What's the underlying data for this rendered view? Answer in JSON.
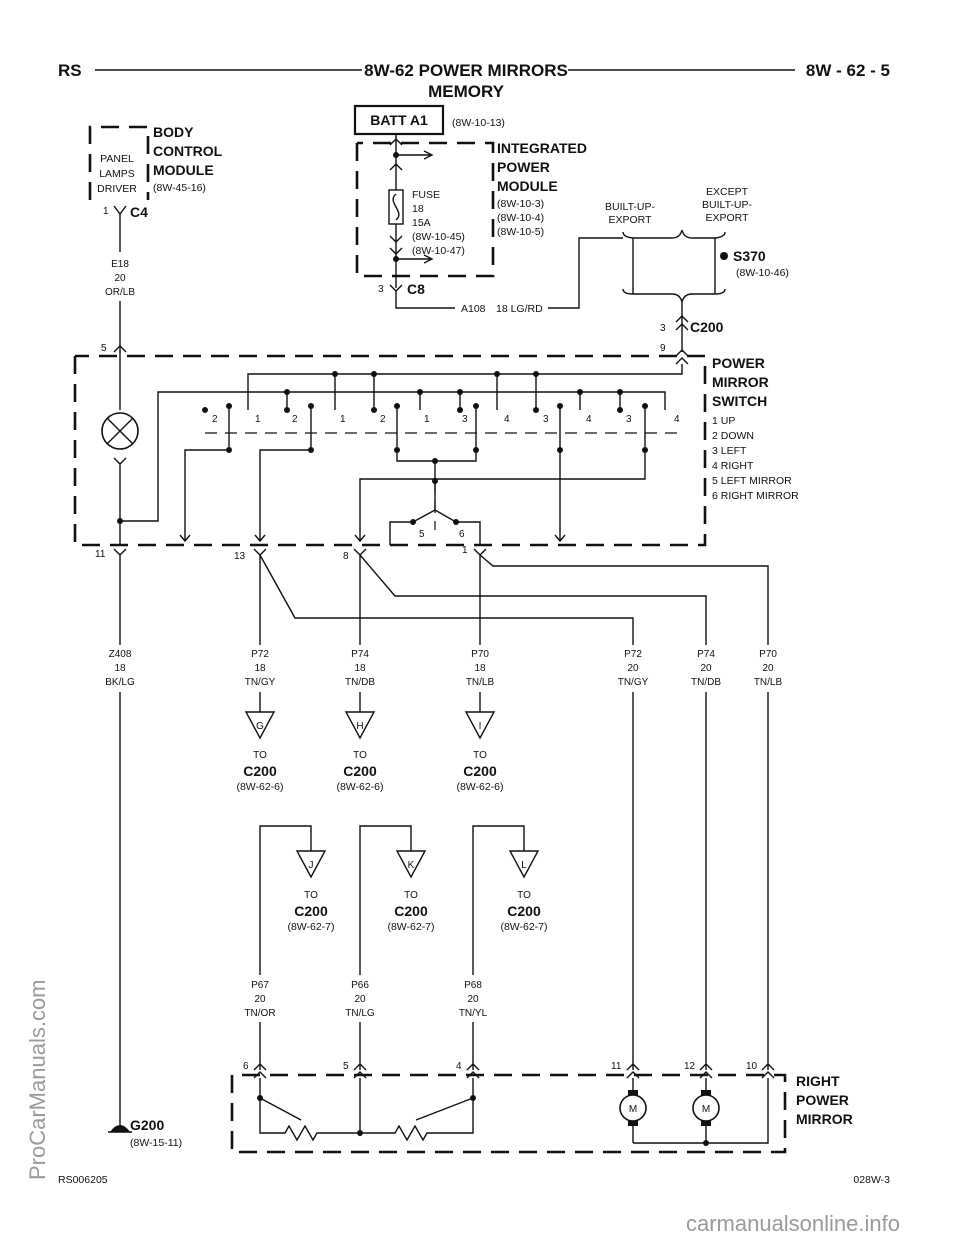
{
  "header": {
    "left": "RS",
    "center_line1": "8W-62 POWER MIRRORS",
    "center_line2": "MEMORY",
    "right": "8W - 62 - 5"
  },
  "bcm": {
    "box_line1": "PANEL",
    "box_line2": "LAMPS",
    "box_line3": "DRIVER",
    "title_line1": "BODY",
    "title_line2": "CONTROL",
    "title_line3": "MODULE",
    "ref": "(8W-45-16)",
    "pin": "1",
    "connector": "C4"
  },
  "batt": {
    "label": "BATT A1",
    "ref": "(8W-10-13)"
  },
  "ipm": {
    "title_line1": "INTEGRATED",
    "title_line2": "POWER",
    "title_line3": "MODULE",
    "ref1": "(8W-10-3)",
    "ref2": "(8W-10-4)",
    "ref3": "(8W-10-5)",
    "fuse_line1": "FUSE",
    "fuse_line2": "18",
    "fuse_line3": "15A",
    "fuse_ref1": "(8W-10-45)",
    "fuse_ref2": "(8W-10-47)",
    "pin": "3",
    "connector": "C8"
  },
  "wire_a108": {
    "circuit": "A108",
    "gauge_color": "18 LG/RD"
  },
  "wire_e18": {
    "circuit": "E18",
    "gauge": "20",
    "color": "OR/LB"
  },
  "built_up": {
    "export_line1": "BUILT-UP-",
    "export_line2": "EXPORT",
    "except_line1": "EXCEPT",
    "except_line2": "BUILT-UP-",
    "except_line3": "EXPORT",
    "splice": "S370",
    "splice_ref": "(8W-10-46)"
  },
  "c200_top": {
    "pin_upper": "3",
    "connector": "C200",
    "pin_lower": "9"
  },
  "switch": {
    "title_line1": "POWER",
    "title_line2": "MIRROR",
    "title_line3": "SWITCH",
    "legend": [
      "1 UP",
      "2 DOWN",
      "3 LEFT",
      "4 RIGHT",
      "5 LEFT MIRROR",
      "6 RIGHT MIRROR"
    ],
    "contact_numbers": [
      "2",
      "1",
      "2",
      "1",
      "2",
      "1",
      "3",
      "4",
      "3",
      "4",
      "3",
      "4"
    ],
    "selector_5": "5",
    "selector_6": "6",
    "pin_5": "5",
    "pin_11": "11",
    "pin_13": "13",
    "pin_8": "8",
    "pin_1": "1"
  },
  "wires": [
    {
      "circuit": "Z408",
      "gauge": "18",
      "color": "BK/LG"
    },
    {
      "circuit": "P72",
      "gauge": "18",
      "color": "TN/GY"
    },
    {
      "circuit": "P74",
      "gauge": "18",
      "color": "TN/DB"
    },
    {
      "circuit": "P70",
      "gauge": "18",
      "color": "TN/LB"
    },
    {
      "circuit": "P72",
      "gauge": "20",
      "color": "TN/GY"
    },
    {
      "circuit": "P74",
      "gauge": "20",
      "color": "TN/DB"
    },
    {
      "circuit": "P70",
      "gauge": "20",
      "color": "TN/LB"
    }
  ],
  "offpage_to": [
    {
      "letter": "G",
      "to": "TO",
      "connector": "C200",
      "ref": "(8W-62-6)"
    },
    {
      "letter": "H",
      "to": "TO",
      "connector": "C200",
      "ref": "(8W-62-6)"
    },
    {
      "letter": "I",
      "to": "TO",
      "connector": "C200",
      "ref": "(8W-62-6)"
    },
    {
      "letter": "J",
      "to": "TO",
      "connector": "C200",
      "ref": "(8W-62-7)"
    },
    {
      "letter": "K",
      "to": "TO",
      "connector": "C200",
      "ref": "(8W-62-7)"
    },
    {
      "letter": "L",
      "to": "TO",
      "connector": "C200",
      "ref": "(8W-62-7)"
    }
  ],
  "lower_wires": [
    {
      "circuit": "P67",
      "gauge": "20",
      "color": "TN/OR"
    },
    {
      "circuit": "P66",
      "gauge": "20",
      "color": "TN/LG"
    },
    {
      "circuit": "P68",
      "gauge": "20",
      "color": "TN/YL"
    }
  ],
  "mirror": {
    "title_line1": "RIGHT",
    "title_line2": "POWER",
    "title_line3": "MIRROR",
    "pins": [
      "6",
      "5",
      "4",
      "11",
      "12",
      "10"
    ],
    "motor1": "M",
    "motor2": "M"
  },
  "ground": {
    "label": "G200",
    "ref": "(8W-15-11)"
  },
  "footer": {
    "left": "RS006205",
    "right": "028W-3"
  },
  "watermark_side": "ProCarManuals.com",
  "watermark_bottom": "carmanualsonline.info"
}
